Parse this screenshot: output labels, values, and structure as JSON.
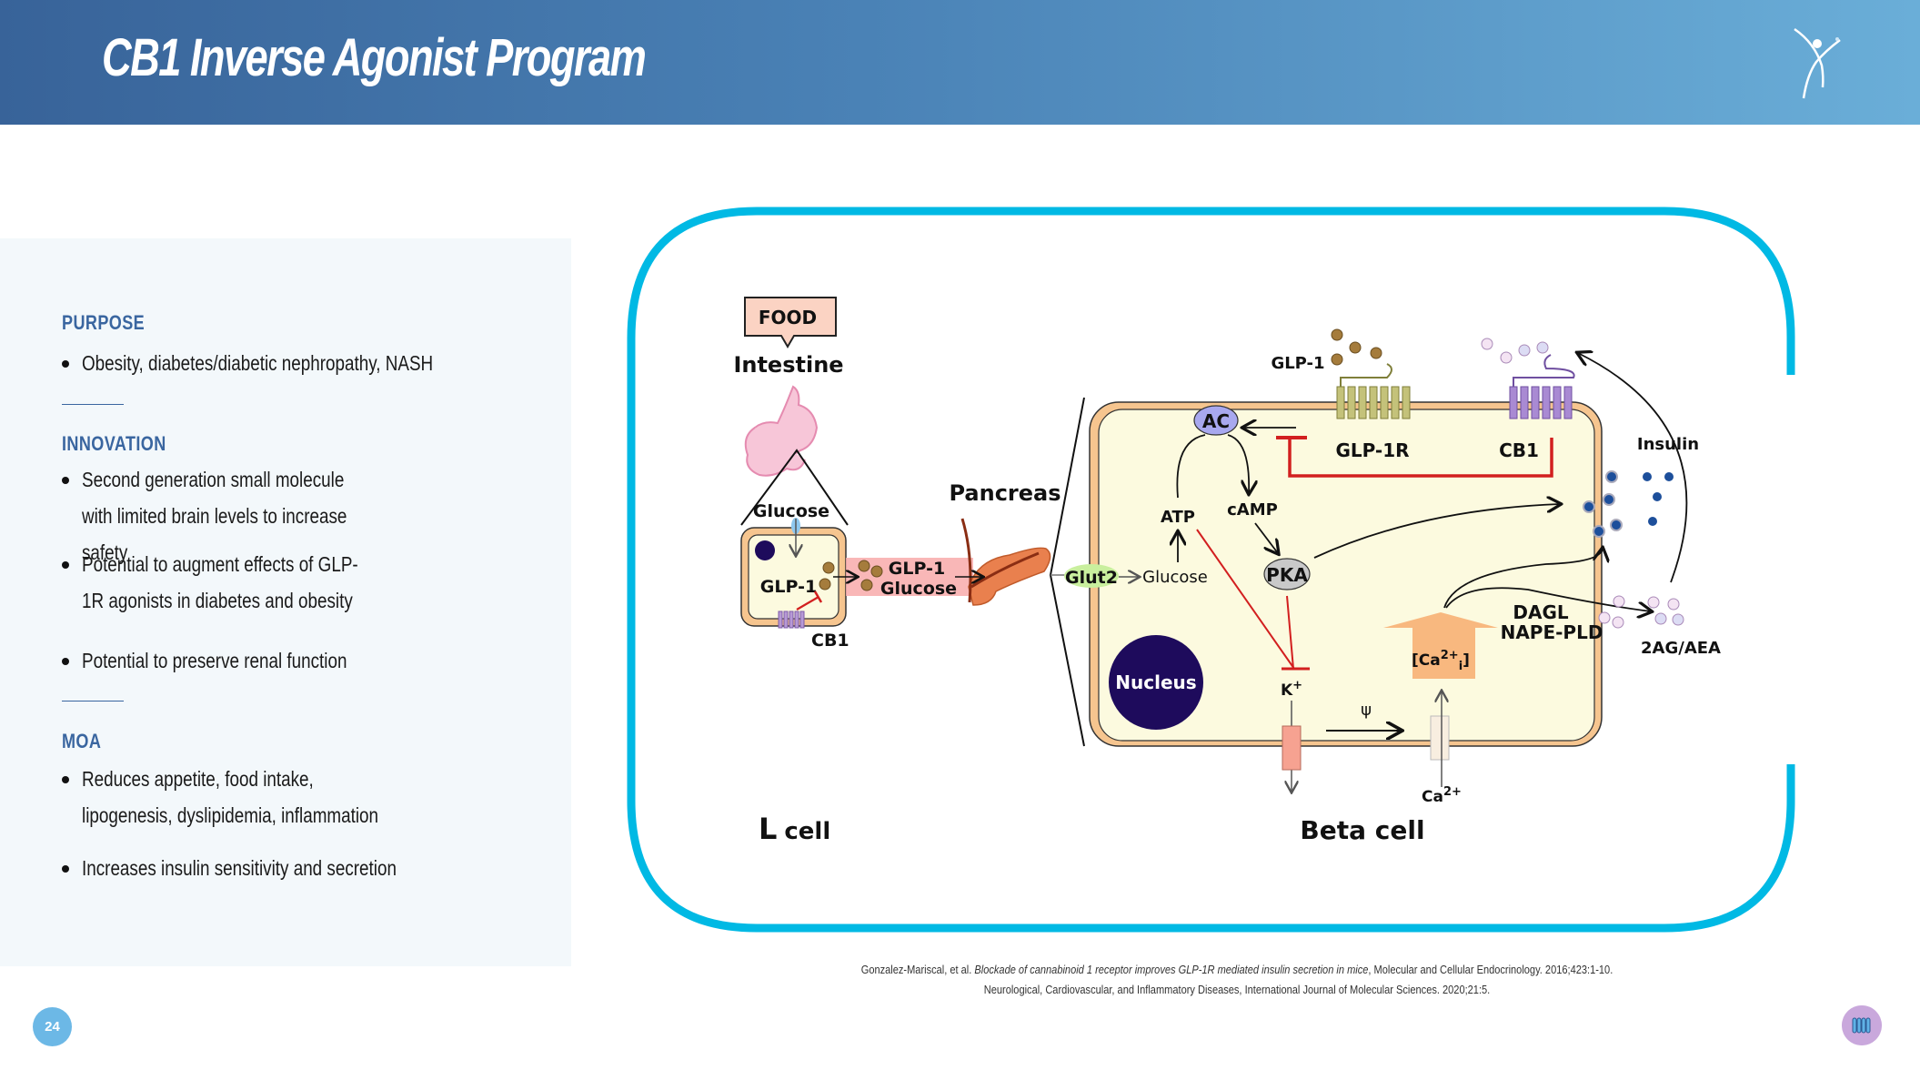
{
  "header": {
    "title": "CB1 Inverse Agonist Program",
    "logo_icon": "person-figure-logo-icon"
  },
  "colors": {
    "header_start": "#386399",
    "header_end": "#6aaed8",
    "section_title": "#3a66a0",
    "frame": "#00b9e4",
    "panel_bg": "#f3f8fb"
  },
  "left_panel": {
    "sections": [
      {
        "title": "PURPOSE",
        "bullets": [
          "Obesity, diabetes/diabetic nephropathy, NASH"
        ]
      },
      {
        "title": "INNOVATION",
        "bullets": [
          "Second generation small molecule with limited brain levels to increase safety",
          "Potential to augment effects of GLP-1R agonists in diabetes and obesity",
          "Potential to preserve renal function"
        ]
      },
      {
        "title": "MOA",
        "bullets": [
          "Reduces appetite, food intake, lipogenesis, dyslipidemia, inflammation",
          "Increases insulin sensitivity and secretion"
        ]
      }
    ]
  },
  "diagram": {
    "food": "FOOD",
    "intestine": "Intestine",
    "glucose_l": "Glucose",
    "glp1_l": "GLP-1",
    "cb1_l": "CB1",
    "l_cell_big": "L",
    "l_cell_rest": "cell",
    "vessel_glp1": "GLP-1",
    "vessel_glucose": "Glucose",
    "pancreas": "Pancreas",
    "glut2": "Glut2",
    "glucose_b": "Glucose",
    "atp": "ATP",
    "camp": "cAMP",
    "ac": "AC",
    "pka": "PKA",
    "glp1_top": "GLP-1",
    "glp1r": "GLP-1R",
    "cb1_b": "CB1",
    "insulin": "Insulin",
    "nucleus": "Nucleus",
    "k_ion": "K",
    "k_sup": "+",
    "psi": "ψ",
    "ca_i_open": "[Ca",
    "ca_i_sup": "2+",
    "ca_i_sub": "i",
    "ca_i_close": "]",
    "ca_ext": "Ca",
    "ca_ext_sup": "2+",
    "dagl": "DAGL",
    "nape": "NAPE-PLD",
    "ag_aea": "2AG/AEA",
    "beta_cell": "Beta cell"
  },
  "citations": {
    "line1_prefix": "Gonzalez-Mariscal, et al. ",
    "line1_title": "Blockade of cannabinoid 1 receptor improves GLP-1R mediated insulin secretion in mice",
    "line1_suffix": ", Molecular and Cellular Endocrinology. 2016;423:1-10.",
    "line2": "Neurological, Cardiovascular, and Inflammatory Diseases, International Journal of Molecular Sciences. 2020;21:5."
  },
  "footer": {
    "page_number": "24",
    "corner_icon": "receptor-icon"
  }
}
